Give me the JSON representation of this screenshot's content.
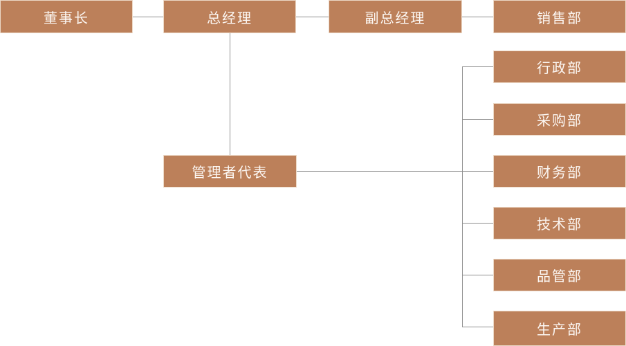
{
  "colors": {
    "node_fill": "#bc805a",
    "node_border": "#ecd9c7",
    "connector_line": "#8e8e8e",
    "label_text": "#fcf7f3",
    "background": "#ffffff"
  },
  "nodes": {
    "chairman": {
      "label": "董事长"
    },
    "general_manager": {
      "label": "总经理"
    },
    "deputy_general_manager": {
      "label": "副总经理"
    },
    "sales_dept": {
      "label": "销售部"
    },
    "admin_dept": {
      "label": "行政部"
    },
    "purchasing_dept": {
      "label": "采购部"
    },
    "finance_dept": {
      "label": "财务部"
    },
    "technology_dept": {
      "label": "技术部"
    },
    "quality_dept": {
      "label": "品管部"
    },
    "production_dept": {
      "label": "生产部"
    },
    "management_representative": {
      "label": "管理者代表"
    }
  },
  "edges": [
    {
      "from": "chairman",
      "to": "general_manager"
    },
    {
      "from": "general_manager",
      "to": "deputy_general_manager"
    },
    {
      "from": "deputy_general_manager",
      "to": "sales_dept"
    },
    {
      "from": "general_manager",
      "to": "management_representative"
    },
    {
      "from": "management_representative",
      "to": "admin_dept"
    },
    {
      "from": "management_representative",
      "to": "purchasing_dept"
    },
    {
      "from": "management_representative",
      "to": "finance_dept"
    },
    {
      "from": "management_representative",
      "to": "technology_dept"
    },
    {
      "from": "management_representative",
      "to": "quality_dept"
    },
    {
      "from": "management_representative",
      "to": "production_dept"
    }
  ]
}
